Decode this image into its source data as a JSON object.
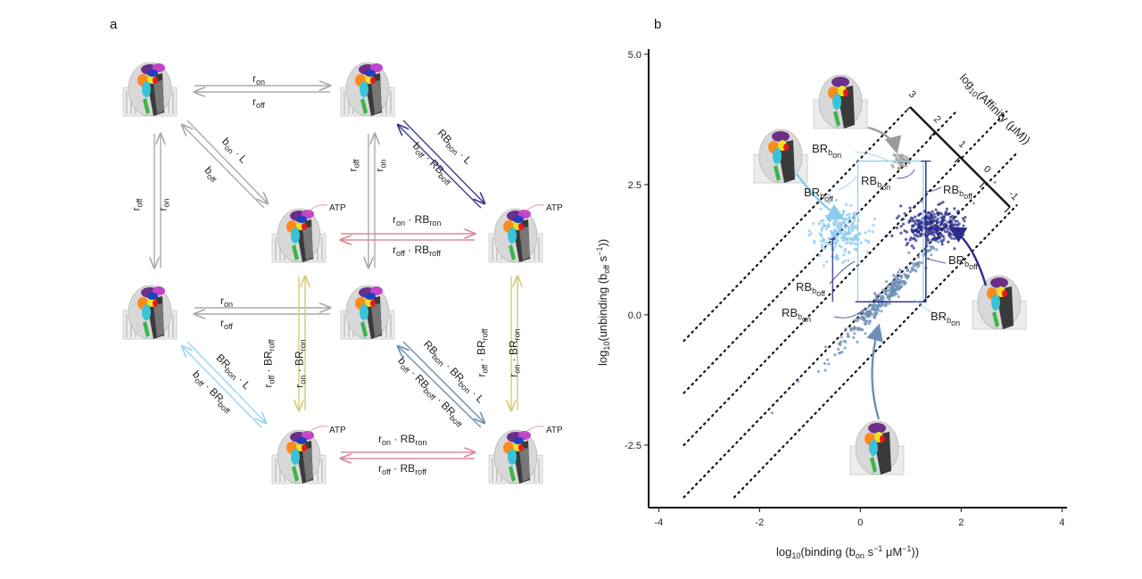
{
  "figure": {
    "panel_a_label": "a",
    "panel_b_label": "b",
    "atp_label": "ATP"
  },
  "scheme": {
    "arrows": [
      {
        "id": "top-horizontal",
        "color": "#aaaaaa",
        "upper": "r_on",
        "lower": "r_off"
      },
      {
        "id": "mid-horizontal",
        "color": "#aaaaaa",
        "upper": "r_on",
        "lower": "r_off"
      },
      {
        "id": "left-vertical",
        "color": "#aaaaaa",
        "left": "r_off",
        "right": "r_on"
      },
      {
        "id": "center-vertical",
        "color": "#aaaaaa",
        "left": "r_off",
        "right": "r_on"
      },
      {
        "id": "top-left-diagonal",
        "color": "#aaaaaa",
        "upper": "b_on · L",
        "lower": "b_off"
      },
      {
        "id": "top-right-diagonal",
        "color": "#3f3d96",
        "upper": "RB_bon · L",
        "lower": "b_off · RB_boff"
      },
      {
        "id": "back-horizontal-top",
        "color": "#d98b9a",
        "upper": "r_on · RB_ron",
        "lower": "r_off · RB_roff"
      },
      {
        "id": "back-horizontal-bottom",
        "color": "#d98b9a",
        "upper": "r_on · RB_ron",
        "lower": "r_off · RB_roff"
      },
      {
        "id": "back-vertical-left",
        "color": "#d9c97a",
        "left": "r_off · BR_roff",
        "right": "r_on · BR_ron"
      },
      {
        "id": "back-vertical-right",
        "color": "#d9c97a",
        "left": "r_off · BR_roff",
        "right": "r_on · BR_ron"
      },
      {
        "id": "bottom-left-diagonal",
        "color": "#9fd3ee",
        "upper": "BR_bon · L",
        "lower": "b_off · BR_boff"
      },
      {
        "id": "bottom-right-diagonal",
        "color": "#6e8fb5",
        "upper": "RB_bon · BR_bon · L",
        "lower": "b_off · RB_boff · BR_boff"
      }
    ]
  },
  "chart_data": {
    "type": "scatter",
    "xlabel": "log10(binding (b_on s^-1 μM^-1))",
    "ylabel": "log10(unbinding (b_off s^-1))",
    "xlim": [
      -4.2,
      4.1
    ],
    "ylim": [
      -3.7,
      5.1
    ],
    "x_ticks": [
      "-4",
      "-2",
      "0",
      "2",
      "4"
    ],
    "y_ticks": [
      "5.0",
      "2.5",
      "0.0",
      "-2.5"
    ],
    "affinity_axis": {
      "label": "log10(Affinity (μM))",
      "ticks": [
        "3",
        "2",
        "1",
        "0",
        "-1"
      ]
    },
    "iso_affinity_lines": [
      -1,
      0,
      1,
      2,
      3
    ],
    "series": [
      {
        "name": "BR_bon",
        "color": "#6e8fb5",
        "center": [
          0.5,
          0.35
        ],
        "spread": "elongated diagonal",
        "label_b": "BR",
        "label_sub": "b",
        "label_subsub": "on"
      },
      {
        "name": "BR_boff",
        "color": "#8ccaf0",
        "center": [
          -0.4,
          1.6
        ],
        "label_b": "BR",
        "label_sub": "b",
        "label_subsub": "off"
      },
      {
        "name": "RB_bon",
        "color": "#9a9a9a",
        "center": [
          0.8,
          2.95
        ],
        "label_b": "RB",
        "label_sub": "b",
        "label_subsub": "on"
      },
      {
        "name": "RB_boff",
        "color": "#2a2c8a",
        "center": [
          1.4,
          1.7
        ],
        "label_b": "RB",
        "label_sub": "b",
        "label_subsub": "off"
      }
    ],
    "callouts": [
      {
        "text": "BR",
        "sub": "b",
        "subsub": "on",
        "for": "RB_bon-upper"
      },
      {
        "text": "BR",
        "sub": "b",
        "subsub": "off",
        "for": "BR_boff"
      },
      {
        "text": "RB",
        "sub": "b",
        "subsub": "on",
        "for": "RB_bon"
      },
      {
        "text": "RB",
        "sub": "b",
        "subsub": "off",
        "for": "RB_boff"
      },
      {
        "text": "RB",
        "sub": "b",
        "subsub": "off",
        "for": "RB_boff-lower"
      },
      {
        "text": "RB",
        "sub": "b",
        "subsub": "on",
        "for": "RB_bon-lower"
      },
      {
        "text": "BR",
        "sub": "b",
        "subsub": "off",
        "for": "BR_boff-right"
      },
      {
        "text": "BR",
        "sub": "b",
        "subsub": "on",
        "for": "BR_bon-right"
      }
    ]
  }
}
